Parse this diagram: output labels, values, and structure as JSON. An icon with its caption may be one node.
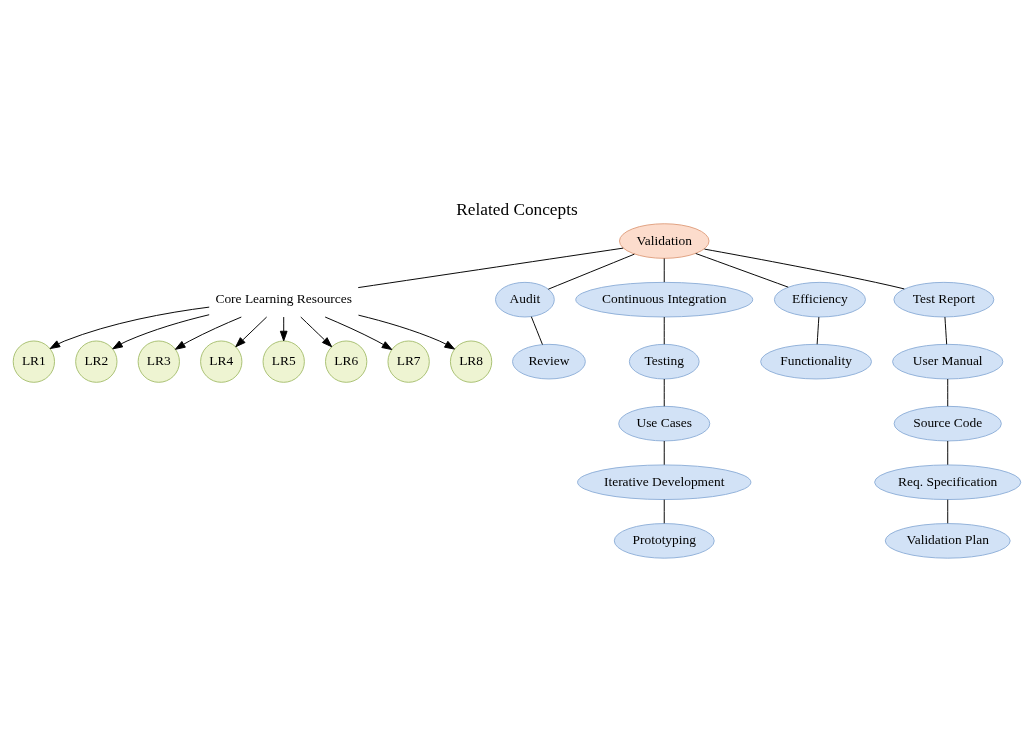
{
  "diagram": {
    "title": "Related Concepts",
    "nodes": [
      {
        "text": [
          "Validation"
        ]
      },
      {
        "text": [
          "Core Learning Resources"
        ]
      },
      {
        "text": [
          "LR1"
        ]
      },
      {
        "text": [
          "LR2"
        ]
      },
      {
        "text": [
          "LR3"
        ]
      },
      {
        "text": [
          "LR4"
        ]
      },
      {
        "text": [
          "LR5"
        ]
      },
      {
        "text": [
          "LR6"
        ]
      },
      {
        "text": [
          "LR7"
        ]
      },
      {
        "text": [
          "LR8"
        ]
      },
      {
        "text": [
          "Audit"
        ]
      },
      {
        "text": [
          "Review"
        ]
      },
      {
        "text": [
          "Continuous Integration"
        ]
      },
      {
        "text": [
          "Testing"
        ]
      },
      {
        "text": [
          "Use Cases"
        ]
      },
      {
        "text": [
          "Iterative Development"
        ]
      },
      {
        "text": [
          "Prototyping"
        ]
      },
      {
        "text": [
          "Efficiency"
        ]
      },
      {
        "text": [
          "Functionality"
        ]
      },
      {
        "text": [
          "Test Report"
        ]
      },
      {
        "text": [
          "User Manual"
        ]
      },
      {
        "text": [
          "Source Code"
        ]
      },
      {
        "text": [
          "Req. Specification"
        ]
      },
      {
        "text": [
          "Validation Plan"
        ]
      }
    ],
    "edges": [
      {
        "from": 0,
        "to": 1,
        "arrow": "none"
      },
      {
        "from": 1,
        "to": 2,
        "arrow": "to"
      },
      {
        "from": 1,
        "to": 3,
        "arrow": "to"
      },
      {
        "from": 1,
        "to": 4,
        "arrow": "to"
      },
      {
        "from": 1,
        "to": 5,
        "arrow": "to"
      },
      {
        "from": 1,
        "to": 6,
        "arrow": "to"
      },
      {
        "from": 1,
        "to": 7,
        "arrow": "to"
      },
      {
        "from": 1,
        "to": 8,
        "arrow": "to"
      },
      {
        "from": 1,
        "to": 9,
        "arrow": "to"
      },
      {
        "from": 0,
        "to": 10,
        "arrow": "none"
      },
      {
        "from": 0,
        "to": 12,
        "arrow": "none"
      },
      {
        "from": 0,
        "to": 17,
        "arrow": "none"
      },
      {
        "from": 0,
        "to": 19,
        "arrow": "none"
      },
      {
        "from": 10,
        "to": 11,
        "arrow": "none"
      },
      {
        "from": 12,
        "to": 13,
        "arrow": "none"
      },
      {
        "from": 13,
        "to": 14,
        "arrow": "none"
      },
      {
        "from": 14,
        "to": 15,
        "arrow": "none"
      },
      {
        "from": 15,
        "to": 16,
        "arrow": "none"
      },
      {
        "from": 17,
        "to": 18,
        "arrow": "none"
      },
      {
        "from": 19,
        "to": 20,
        "arrow": "none"
      },
      {
        "from": 20,
        "to": 21,
        "arrow": "none"
      },
      {
        "from": 21,
        "to": 22,
        "arrow": "none"
      },
      {
        "from": 22,
        "to": 23,
        "arrow": "none"
      }
    ]
  }
}
